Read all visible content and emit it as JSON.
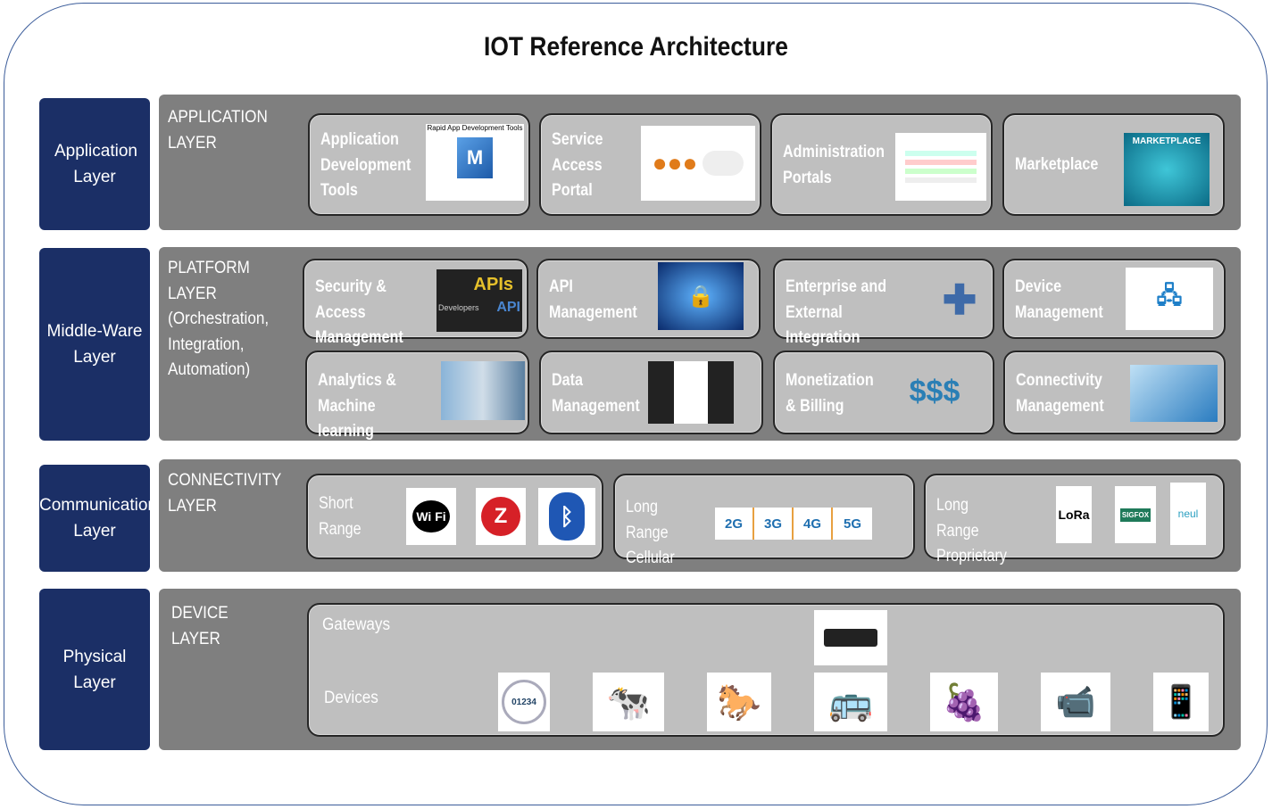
{
  "title": "IOT Reference Architecture",
  "rows": {
    "application": {
      "nav": "Application Layer",
      "label": "APPLICATION LAYER",
      "cards": [
        "Application Development Tools",
        "Service Access Portal",
        "Administration Portals",
        "Marketplace"
      ],
      "image_text": {
        "rapid": "Rapid App Development Tools",
        "marketplace": "MARKETPLACE",
        "m": "M"
      }
    },
    "middleware": {
      "nav": "Middle-Ware Layer",
      "label": "PLATFORM LAYER (Orchestration, Integration, Automation)",
      "cards": [
        "Security & Access Management",
        "API Management",
        "Enterprise and External Integration",
        "Device Management",
        "Analytics & Machine learning",
        "Data Management",
        "Monetization & Billing",
        "Connectivity Management"
      ],
      "image_text": {
        "apis": "APIs",
        "dev": "Developers",
        "api": "API"
      }
    },
    "communication": {
      "nav": "Communication Layer",
      "label": "CONNECTIVITY LAYER",
      "cards": [
        "Short Range",
        "Long Range Cellular",
        "Long Range Proprietary"
      ],
      "short_icons": {
        "wifi": "Wi Fi",
        "zigbee": "Z",
        "bluetooth": "ᛒ"
      },
      "cellular": [
        "2G",
        "3G",
        "4G",
        "5G"
      ],
      "proprietary": [
        "LoRa",
        "SIGFOX",
        "neul"
      ]
    },
    "physical": {
      "nav": "Physical Layer",
      "label": "DEVICE LAYER",
      "gateways": "Gateways",
      "devices": "Devices",
      "meter": "01234"
    }
  },
  "colors": {
    "navy": "#1b2f66",
    "panel": "#7f7f7f",
    "card": "#bfbfbf"
  }
}
